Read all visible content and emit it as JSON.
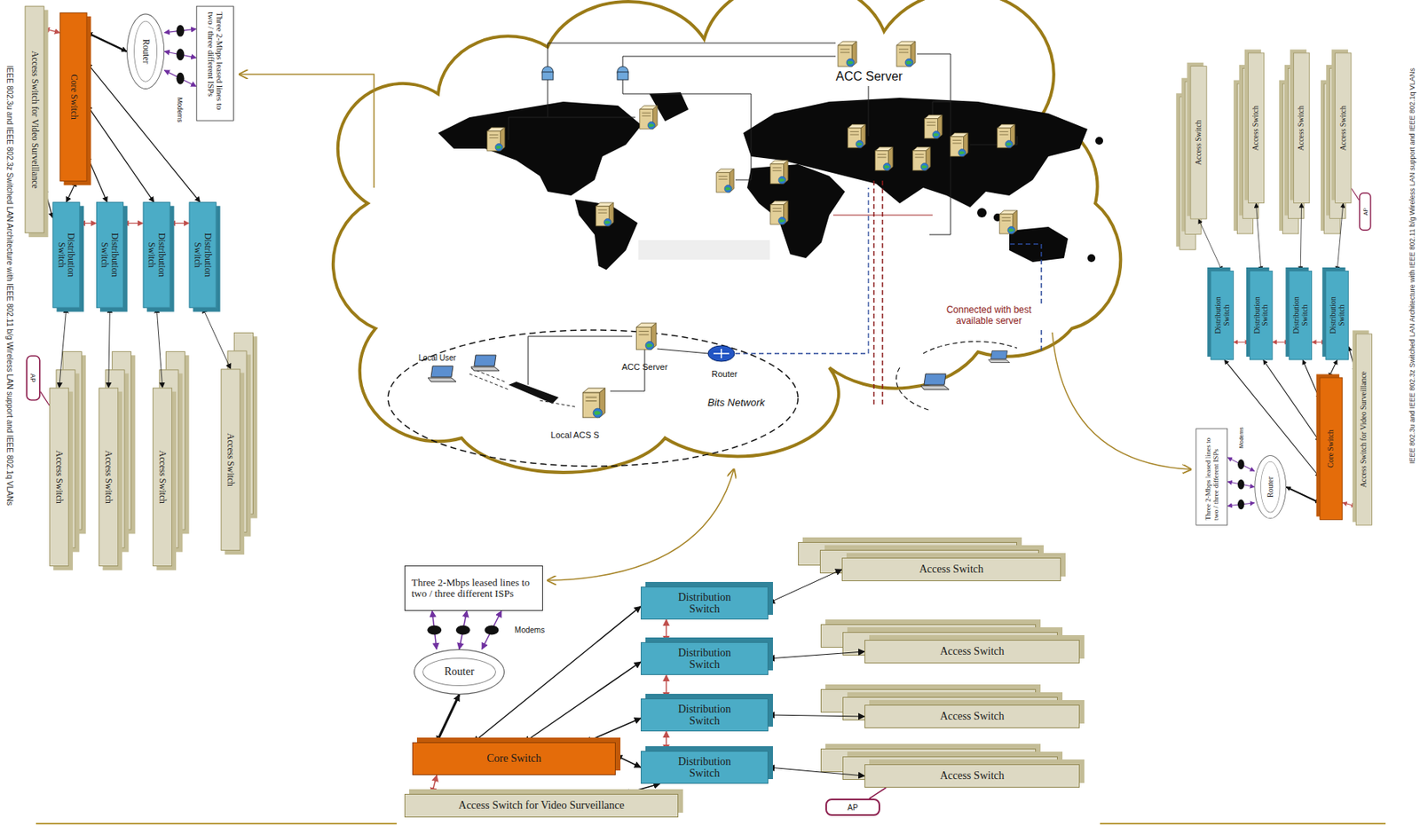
{
  "diagram": {
    "nodes": [
      {
        "text": [
          "Three 2-Mbps leased lines to two / three different ISPs"
        ]
      },
      {
        "text": [
          "Router"
        ]
      },
      {
        "text": [
          "Core Switch"
        ]
      },
      {
        "text": [
          "Access Switch for Video Surveillance"
        ]
      },
      {
        "text": [
          "Distribution Switch"
        ]
      },
      {
        "text": [
          "Distribution Switch"
        ]
      },
      {
        "text": [
          "Distribution Switch"
        ]
      },
      {
        "text": [
          "Distribution Switch"
        ]
      },
      {
        "text": [
          "Access Switch"
        ]
      },
      {
        "text": [
          "Access Switch"
        ]
      },
      {
        "text": [
          "Access Switch"
        ]
      },
      {
        "text": [
          "Access Switch"
        ]
      },
      {
        "text": [
          "AP"
        ]
      },
      {
        "text": [
          "Three 2-Mbps leased lines to two / three different ISPs"
        ]
      },
      {
        "text": [
          "Router"
        ]
      },
      {
        "text": [
          "Core Switch"
        ]
      },
      {
        "text": [
          "Access Switch for Video Surveillance"
        ]
      },
      {
        "text": [
          "Distribution Switch"
        ]
      },
      {
        "text": [
          "Distribution Switch"
        ]
      },
      {
        "text": [
          "Distribution Switch"
        ]
      },
      {
        "text": [
          "Distribution Switch"
        ]
      },
      {
        "text": [
          "Access Switch"
        ]
      },
      {
        "text": [
          "Access Switch"
        ]
      },
      {
        "text": [
          "Access Switch"
        ]
      },
      {
        "text": [
          "Access Switch"
        ]
      },
      {
        "text": [
          "AP"
        ]
      },
      {
        "text": [
          "Three 2-Mbps leased lines to two / three different ISPs"
        ]
      },
      {
        "text": [
          "Router"
        ]
      },
      {
        "text": [
          "Core Switch"
        ]
      },
      {
        "text": [
          "Access Switch for Video Surveillance"
        ]
      },
      {
        "text": [
          "Distribution Switch"
        ]
      },
      {
        "text": [
          "Distribution Switch"
        ]
      },
      {
        "text": [
          "Distribution Switch"
        ]
      },
      {
        "text": [
          "Distribution Switch"
        ]
      },
      {
        "text": [
          "Access Switch"
        ]
      },
      {
        "text": [
          "Access Switch"
        ]
      },
      {
        "text": [
          "Access Switch"
        ]
      },
      {
        "text": [
          "Access Switch"
        ]
      },
      {
        "text": [
          "AP"
        ]
      }
    ],
    "edges": [
      {
        "from": 1,
        "to": 0,
        "arrow": "both"
      },
      {
        "from": 1,
        "to": 0,
        "arrow": "both"
      },
      {
        "from": 1,
        "to": 0,
        "arrow": "both"
      },
      {
        "from": 2,
        "to": 1,
        "arrow": "both"
      },
      {
        "from": 2,
        "to": 4,
        "arrow": "both"
      },
      {
        "from": 2,
        "to": 5,
        "arrow": "both"
      },
      {
        "from": 2,
        "to": 6,
        "arrow": "both"
      },
      {
        "from": 2,
        "to": 7,
        "arrow": "both"
      },
      {
        "from": 4,
        "to": 5,
        "arrow": "both"
      },
      {
        "from": 5,
        "to": 6,
        "arrow": "both"
      },
      {
        "from": 6,
        "to": 7,
        "arrow": "both"
      },
      {
        "from": 4,
        "to": 8,
        "arrow": "both"
      },
      {
        "from": 5,
        "to": 9,
        "arrow": "both"
      },
      {
        "from": 6,
        "to": 10,
        "arrow": "both"
      },
      {
        "from": 7,
        "to": 11,
        "arrow": "both"
      },
      {
        "from": 2,
        "to": 3,
        "arrow": "both"
      },
      {
        "from": 7,
        "to": 3,
        "arrow": "both"
      },
      {
        "from": 12,
        "to": 11,
        "arrow": "none"
      },
      {
        "from": 14,
        "to": 13,
        "arrow": "both"
      },
      {
        "from": 14,
        "to": 13,
        "arrow": "both"
      },
      {
        "from": 14,
        "to": 13,
        "arrow": "both"
      },
      {
        "from": 15,
        "to": 14,
        "arrow": "both"
      },
      {
        "from": 15,
        "to": 17,
        "arrow": "both"
      },
      {
        "from": 15,
        "to": 18,
        "arrow": "both"
      },
      {
        "from": 15,
        "to": 19,
        "arrow": "both"
      },
      {
        "from": 15,
        "to": 20,
        "arrow": "both"
      },
      {
        "from": 17,
        "to": 18,
        "arrow": "both"
      },
      {
        "from": 18,
        "to": 19,
        "arrow": "both"
      },
      {
        "from": 19,
        "to": 20,
        "arrow": "both"
      },
      {
        "from": 17,
        "to": 21,
        "arrow": "both"
      },
      {
        "from": 18,
        "to": 22,
        "arrow": "both"
      },
      {
        "from": 19,
        "to": 23,
        "arrow": "both"
      },
      {
        "from": 20,
        "to": 24,
        "arrow": "both"
      },
      {
        "from": 15,
        "to": 16,
        "arrow": "both"
      },
      {
        "from": 20,
        "to": 16,
        "arrow": "both"
      },
      {
        "from": 25,
        "to": 24,
        "arrow": "none"
      },
      {
        "from": 27,
        "to": 26,
        "arrow": "both"
      },
      {
        "from": 27,
        "to": 26,
        "arrow": "both"
      },
      {
        "from": 27,
        "to": 26,
        "arrow": "both"
      },
      {
        "from": 28,
        "to": 27,
        "arrow": "both"
      },
      {
        "from": 28,
        "to": 30,
        "arrow": "both"
      },
      {
        "from": 28,
        "to": 31,
        "arrow": "both"
      },
      {
        "from": 28,
        "to": 32,
        "arrow": "both"
      },
      {
        "from": 28,
        "to": 33,
        "arrow": "both"
      },
      {
        "from": 30,
        "to": 31,
        "arrow": "both"
      },
      {
        "from": 31,
        "to": 32,
        "arrow": "both"
      },
      {
        "from": 32,
        "to": 33,
        "arrow": "both"
      },
      {
        "from": 30,
        "to": 34,
        "arrow": "both"
      },
      {
        "from": 31,
        "to": 35,
        "arrow": "both"
      },
      {
        "from": 32,
        "to": 36,
        "arrow": "both"
      },
      {
        "from": 33,
        "to": 37,
        "arrow": "both"
      },
      {
        "from": 28,
        "to": 29,
        "arrow": "both"
      },
      {
        "from": 33,
        "to": 29,
        "arrow": "both"
      },
      {
        "from": 38,
        "to": 37,
        "arrow": "none"
      }
    ],
    "labels": [
      "ACC Server",
      "Local User",
      "ACC Server",
      "Router",
      "Local ACS S",
      "Bits Network",
      "Connected with best available server",
      "Modems",
      "IEEE 802.3u and IEEE 802.3z Switched LAN Architecture with IEEE 802.11 b/g Wireless LAN support and IEEE 802.1q VLANs",
      "Modems",
      "IEEE 802.3u and IEEE 802.3z Switched LAN Architecture with IEEE 802.11 b/g Wireless LAN support and IEEE 802.1q VLANs",
      "Modems"
    ]
  }
}
